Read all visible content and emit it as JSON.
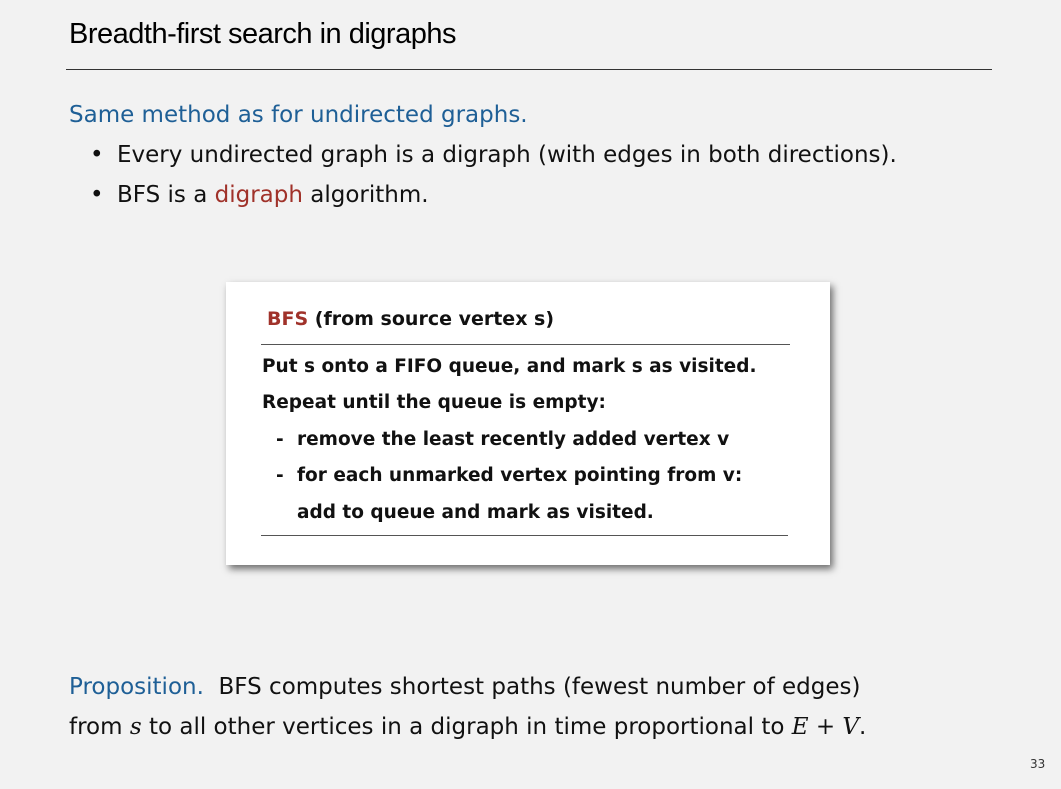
{
  "slide": {
    "title": "Breadth-first search in digraphs",
    "intro": "Same method as for undirected graphs.",
    "bullets": {
      "b1": "Every undirected graph is a digraph (with edges in both directions).",
      "b2_pre": "BFS is a ",
      "b2_hl": "digraph",
      "b2_post": " algorithm."
    },
    "bullet_glyph": "•",
    "page_number": "33"
  },
  "algorithm_box": {
    "title_hl": "BFS",
    "title_rest": " (from source vertex s)",
    "step1": "Put s onto a FIFO queue, and mark s as visited.",
    "step2": "Repeat until the queue is empty:",
    "dash": "-",
    "sub1": "remove the least recently added vertex v",
    "sub2": "for each unmarked vertex pointing from v:",
    "sub2_cont": "add to queue and mark as visited."
  },
  "proposition": {
    "label": "Proposition.",
    "line1": "BFS computes shortest paths (fewest number of edges)",
    "line2_pre": "from ",
    "line2_var_s": "s",
    "line2_mid": " to all other vertices in a digraph in time proportional to ",
    "line2_expr": "E + V",
    "line2_post": "."
  },
  "colors": {
    "accent_blue": "#1e5f96",
    "accent_red": "#a0322a",
    "background": "#f2f2f2"
  }
}
